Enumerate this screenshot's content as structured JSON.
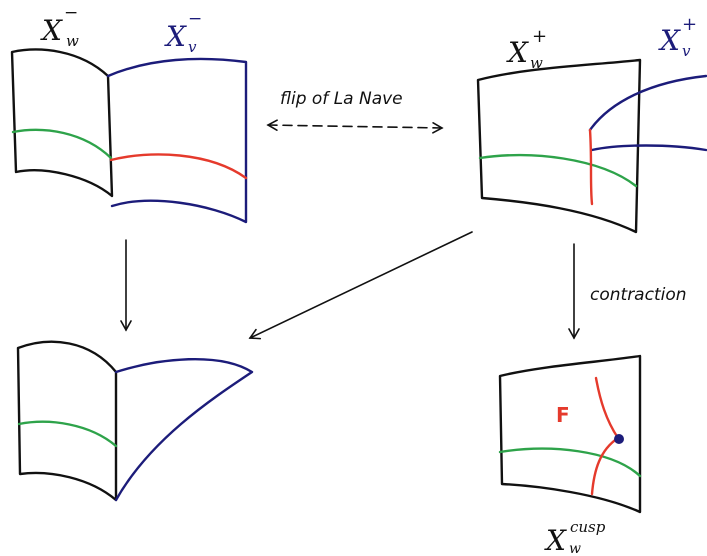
{
  "colors": {
    "black": "#111111",
    "blue": "#1c1c7a",
    "green": "#2ea34a",
    "red": "#e53a2c",
    "background": "#ffffff"
  },
  "labels": {
    "xw_minus": {
      "base": "X",
      "sub": "w",
      "sup": "−"
    },
    "xv_minus": {
      "base": "X",
      "sub": "v",
      "sup": "−"
    },
    "xw_plus": {
      "base": "X",
      "sub": "w",
      "sup": "+"
    },
    "xv_plus": {
      "base": "X",
      "sub": "v",
      "sup": "+"
    },
    "xw_cusp": {
      "base": "X",
      "sub": "w",
      "sup": "cusp"
    },
    "flip": "flip of La Nave",
    "contraction": "contraction",
    "fiber": "F"
  }
}
